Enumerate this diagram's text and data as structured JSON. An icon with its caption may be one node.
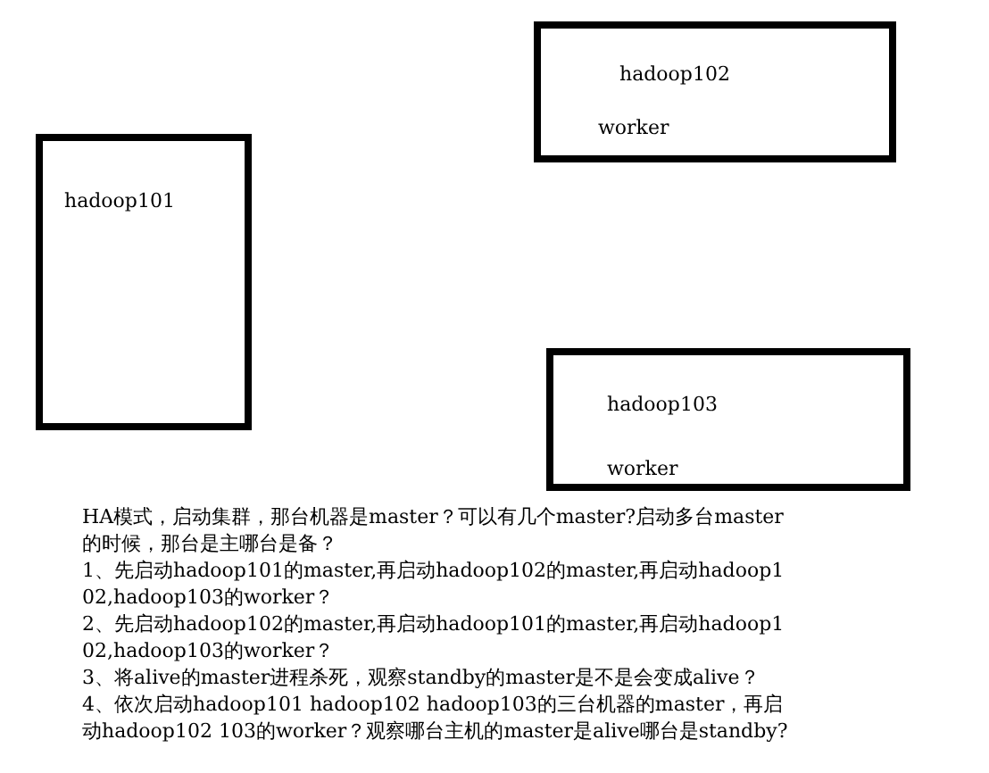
{
  "diagram": {
    "nodes": [
      {
        "text": [
          "hadoop101"
        ]
      },
      {
        "text": [
          "hadoop102",
          "worker"
        ]
      },
      {
        "text": [
          "hadoop103",
          "worker"
        ]
      }
    ],
    "labels": [
      "HA模式，启动集群，那台机器是master？可以有几个master?启动多台master的时候，那台是主哪台是备？",
      "1、先启动hadoop101的master,再启动hadoop102的master,再启动hadoop102,hadoop103的worker？",
      "2、先启动hadoop102的master,再启动hadoop101的master,再启动hadoop102,hadoop103的worker？",
      "3、将alive的master进程杀死，观察standby的master是不是会变成alive？",
      "4、依次启动hadoop101 hadoop102 hadoop103的三台机器的master，再启动hadoop102 103的worker？观察哪台主机的master是alive哪台是standby?"
    ]
  }
}
